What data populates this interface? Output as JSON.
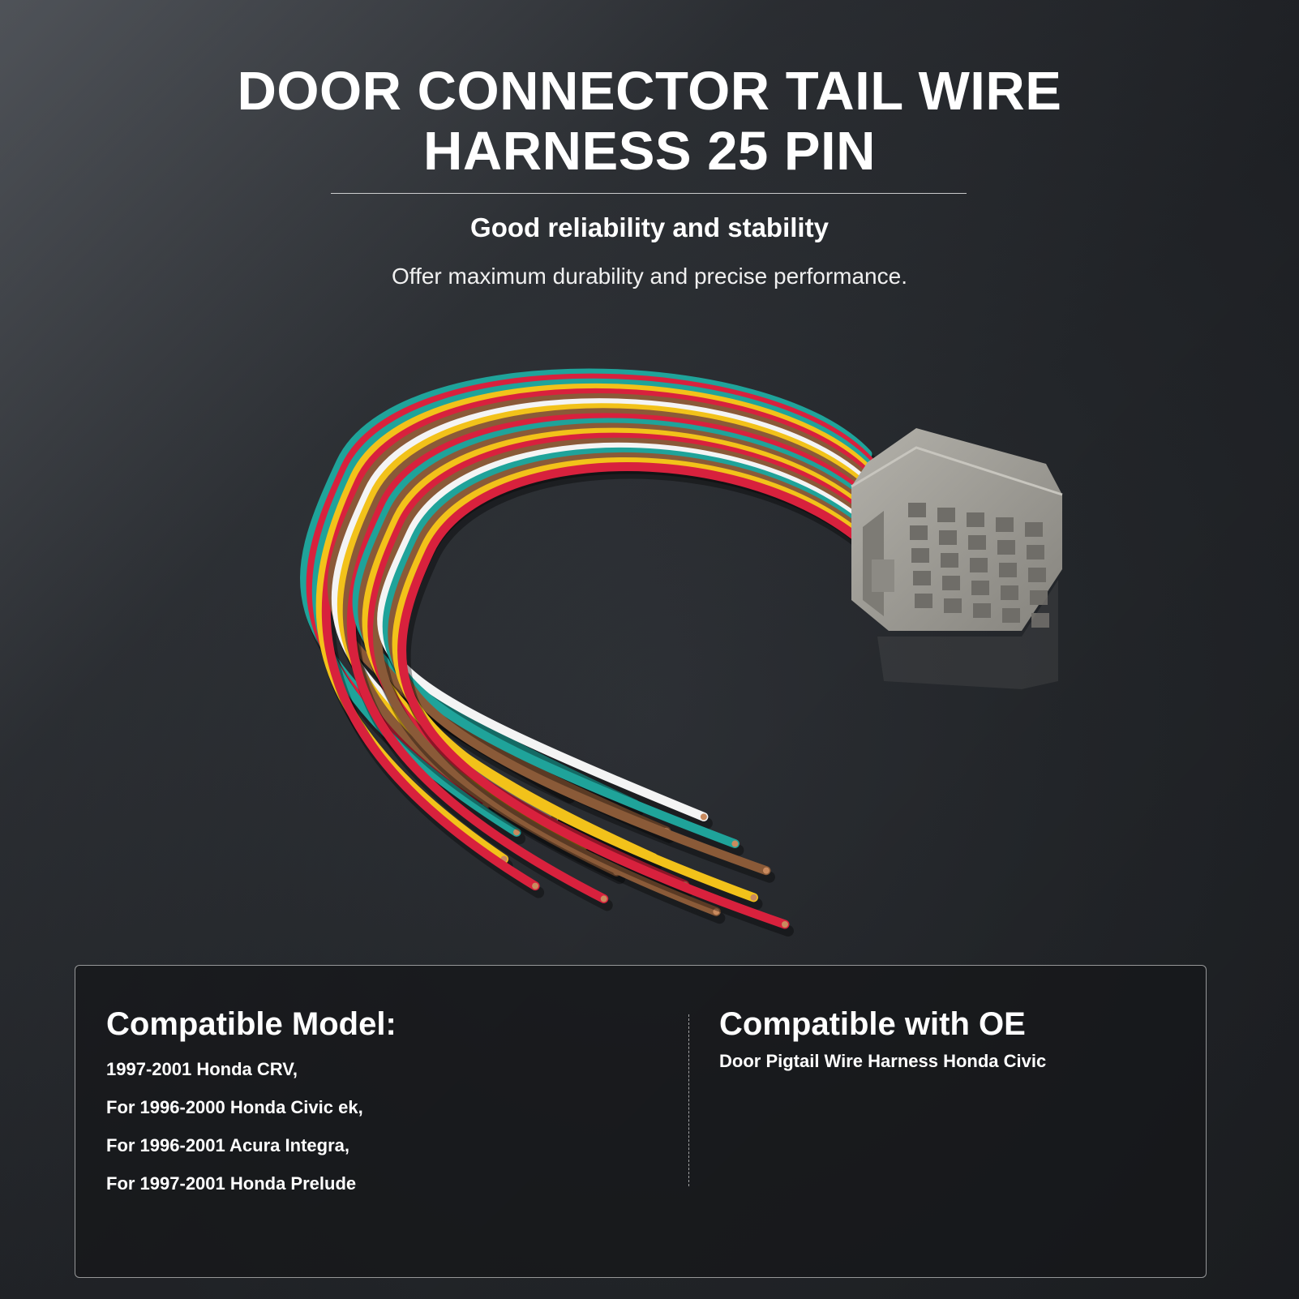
{
  "header": {
    "title_line1": "DOOR CONNECTOR TAIL WIRE",
    "title_line2": "HARNESS 25 PIN",
    "subtitle": "Good reliability and stability",
    "tagline": "Offer maximum durability and precise performance."
  },
  "product": {
    "icon": "wire-harness-connector-illustration",
    "wire_colors": [
      "#1fa39a",
      "#d8213d",
      "#f2c21a",
      "#8a5a38",
      "#f4f4f4"
    ],
    "connector_color": "#9c9a93"
  },
  "panel": {
    "left": {
      "heading": "Compatible Model:",
      "items": [
        "1997-2001 Honda CRV,",
        "For 1996-2000 Honda Civic ek,",
        "For 1996-2001 Acura Integra,",
        "For 1997-2001 Honda Prelude"
      ]
    },
    "right": {
      "heading": "Compatible with OE",
      "text": "Door Pigtail Wire Harness Honda Civic"
    }
  }
}
